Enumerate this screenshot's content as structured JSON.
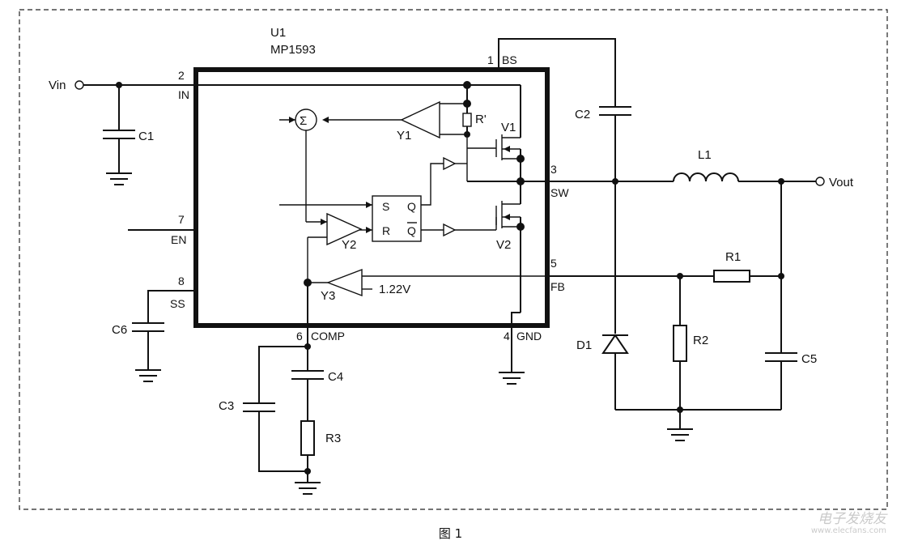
{
  "diagram": {
    "chip": {
      "ref": "U1",
      "part": "MP1593"
    },
    "pins": {
      "bs": {
        "num": "1",
        "name": "BS"
      },
      "in": {
        "num": "2",
        "name": "IN"
      },
      "sw": {
        "num": "3",
        "name": "SW"
      },
      "gnd": {
        "num": "4",
        "name": "GND"
      },
      "fb": {
        "num": "5",
        "name": "FB"
      },
      "comp": {
        "num": "6",
        "name": "COMP"
      },
      "en": {
        "num": "7",
        "name": "EN"
      },
      "ss": {
        "num": "8",
        "name": "SS"
      }
    },
    "ports": {
      "vin": "Vin",
      "vout": "Vout"
    },
    "components": {
      "c1": "C1",
      "c2": "C2",
      "c3": "C3",
      "c4": "C4",
      "c5": "C5",
      "c6": "C6",
      "l1": "L1",
      "r1": "R1",
      "r2": "R2",
      "r3": "R3",
      "d1": "D1",
      "rprime": "R'",
      "v1": "V1",
      "v2": "V2",
      "y1": "Y1",
      "y2": "Y2",
      "y3": "Y3"
    },
    "internal": {
      "sum": "Σ",
      "s": "S",
      "r": "R",
      "q": "Q",
      "qbar": "Q",
      "ref": "1.22V"
    }
  },
  "caption": "图 1",
  "watermark": {
    "text": "电子发烧友",
    "url": "www.elecfans.com"
  }
}
